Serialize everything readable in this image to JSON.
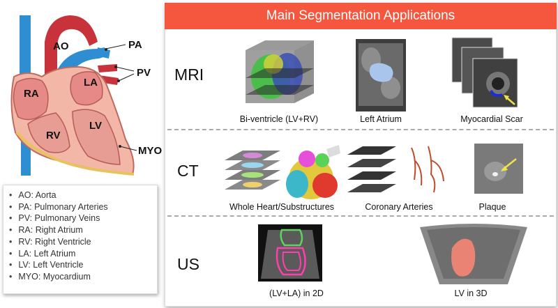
{
  "heart": {
    "labels": [
      "AO",
      "PA",
      "PV",
      "RA",
      "LA",
      "RV",
      "LV",
      "MYO"
    ]
  },
  "legend": [
    "AO: Aorta",
    "PA: Pulmonary Arteries",
    "PV: Pulmonary Veins",
    "RA: Right Atrium",
    "RV: Right Ventricle",
    "LA: Left Atrium",
    "LV: Left Ventricle",
    "MYO: Myocardium"
  ],
  "panel": {
    "title": "Main Segmentation Applications",
    "rows": [
      {
        "label": "MRI",
        "captions": [
          "Bi-ventricle (LV+RV)",
          "Left Atrium",
          "Myocardial Scar"
        ]
      },
      {
        "label": "CT",
        "captions": [
          "Whole Heart/Substructures",
          "Coronary Arteries",
          "Plaque"
        ]
      },
      {
        "label": "US",
        "captions": [
          "(LV+LA) in 2D",
          "LV in 3D"
        ]
      }
    ]
  },
  "colors": {
    "banner": "#f4563e",
    "vessel_blue": "#2f8ed1",
    "vessel_red": "#c8323a",
    "myocardium": "#f2b7a7",
    "segmentation_green": "#5fd35f",
    "segmentation_pink": "#ff3fae"
  }
}
